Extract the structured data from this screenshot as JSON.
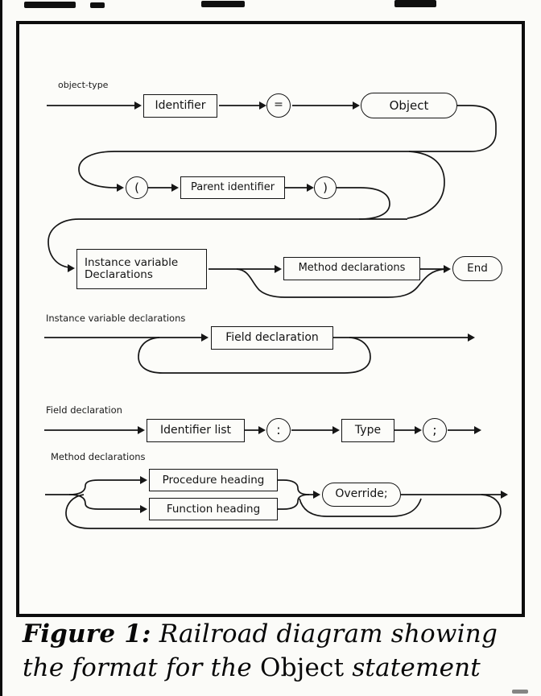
{
  "nodes": {
    "rule_object_type": {
      "label": "object-type",
      "identifier": "Identifier",
      "equals": "=",
      "object": "Object",
      "open_paren": "(",
      "parent_identifier": "Parent identifier",
      "close_paren": ")",
      "instance_variable_line1": "Instance variable",
      "instance_variable_line2": "Declarations",
      "method_declarations": "Method declarations",
      "end": "End"
    },
    "rule_instance_vars": {
      "label": "Instance variable declarations",
      "field_declaration": "Field declaration"
    },
    "rule_field_decl": {
      "label": "Field declaration",
      "identifier_list": "Identifier list",
      "colon": ":",
      "type": "Type",
      "semicolon": ";"
    },
    "rule_method_decls": {
      "label": "Method declarations",
      "procedure_heading": "Procedure heading",
      "function_heading": "Function heading",
      "override": "Override;"
    }
  },
  "caption": {
    "figure_label": "Figure 1:",
    "line1_rest": " Railroad diagram showing",
    "line2_pre": "the format for the ",
    "object_word": "Object",
    "line2_post": " statement"
  }
}
